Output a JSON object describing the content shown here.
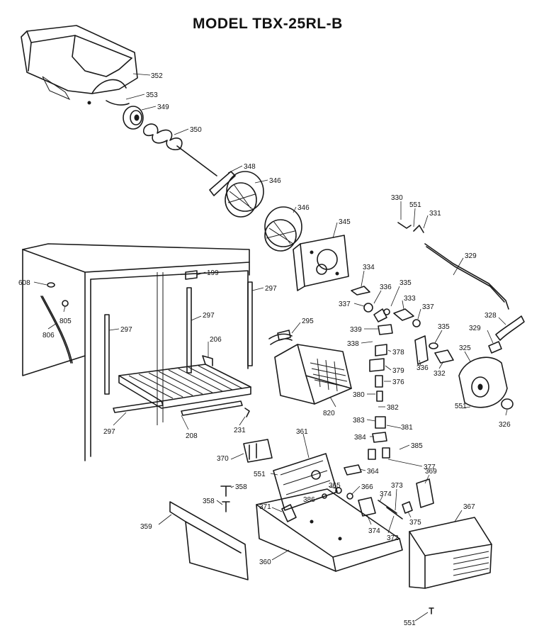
{
  "title": "MODEL TBX-25RL-B",
  "labels": [
    "352",
    "353",
    "349",
    "350",
    "348",
    "346",
    "346",
    "345",
    "330",
    "551",
    "331",
    "329",
    "608",
    "199",
    "297",
    "805",
    "806",
    "297",
    "297",
    "206",
    "295",
    "334",
    "336",
    "335",
    "337",
    "333",
    "337",
    "339",
    "338",
    "378",
    "379",
    "376",
    "336",
    "335",
    "332",
    "328",
    "329",
    "325",
    "820",
    "380",
    "382",
    "383",
    "381",
    "384",
    "385",
    "377",
    "551",
    "326",
    "297",
    "208",
    "231",
    "361",
    "370",
    "551",
    "364",
    "369",
    "358",
    "358",
    "365",
    "366",
    "374",
    "373",
    "367",
    "386",
    "371",
    "374",
    "372",
    "375",
    "359",
    "360",
    "551"
  ]
}
